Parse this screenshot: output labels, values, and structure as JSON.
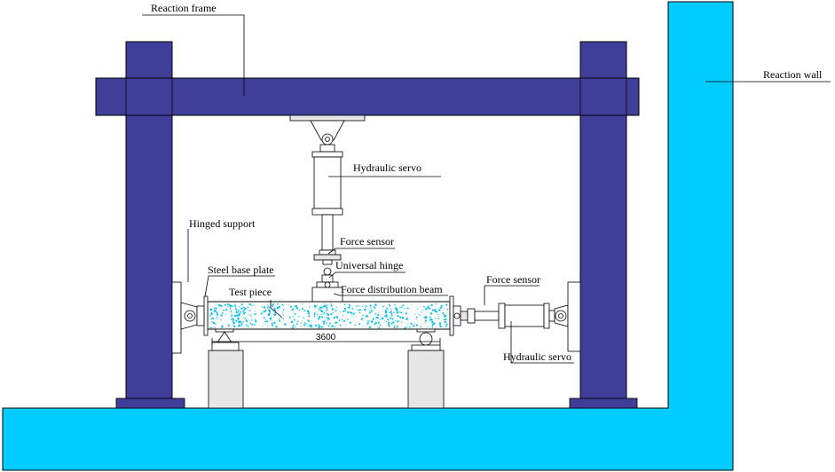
{
  "labels": {
    "reaction_frame": "Reaction frame",
    "reaction_wall": "Reaction wall",
    "hydraulic_servo_vertical": "Hydraulic servo",
    "hinged_support": "Hinged support",
    "force_sensor_vertical": "Force sensor",
    "universal_hinge": "Universal hinge",
    "steel_base_plate": "Steel base plate",
    "test_piece": "Test piece",
    "force_distribution_beam": "Force distribution beam",
    "force_sensor_horizontal": "Force sensor",
    "hydraulic_servo_horizontal": "Hydraulic servo",
    "span_dimension": "3600"
  },
  "colors": {
    "frame": "#3f3f9a",
    "wall": "#00ccff",
    "concrete_dots": "#00bfe8",
    "support_gray": "#e6e6e6",
    "outline": "#000000"
  }
}
